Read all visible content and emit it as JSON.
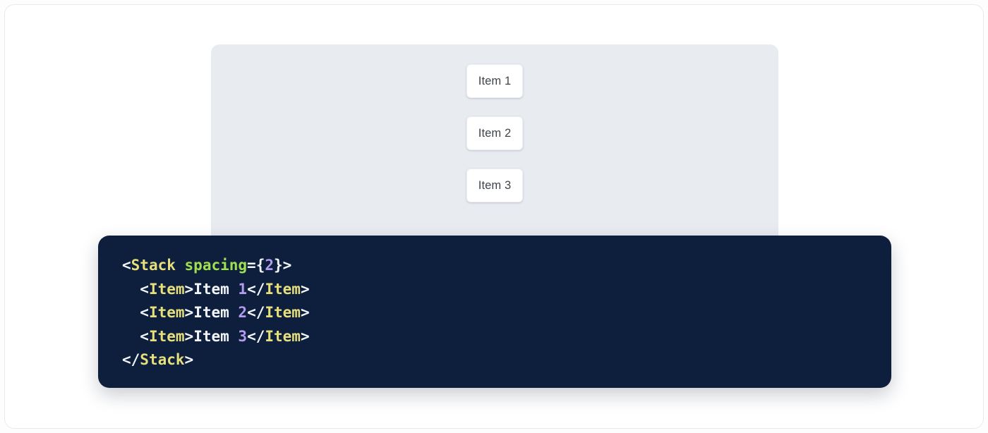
{
  "preview": {
    "panel_background": "#e8ebf0",
    "component_name": "Stack",
    "items": [
      {
        "label": "Item 1"
      },
      {
        "label": "Item 2"
      },
      {
        "label": "Item 3"
      }
    ]
  },
  "code_block": {
    "background": "#0e1f3d",
    "language": "jsx",
    "colors": {
      "punctuation": "#f2f5fa",
      "tag": "#e6df7b",
      "attribute": "#9fe04e",
      "number": "#b39bf0",
      "text": "#f2f5fa"
    },
    "lines": [
      {
        "indent": "",
        "tokens": [
          {
            "t": "<",
            "c": "punc"
          },
          {
            "t": "Stack",
            "c": "tag"
          },
          {
            "t": " ",
            "c": "punc"
          },
          {
            "t": "spacing",
            "c": "attr"
          },
          {
            "t": "={",
            "c": "punc"
          },
          {
            "t": "2",
            "c": "num"
          },
          {
            "t": "}>",
            "c": "punc"
          }
        ]
      },
      {
        "indent": "  ",
        "tokens": [
          {
            "t": "<",
            "c": "punc"
          },
          {
            "t": "Item",
            "c": "tag"
          },
          {
            "t": ">",
            "c": "punc"
          },
          {
            "t": "Item ",
            "c": "text"
          },
          {
            "t": "1",
            "c": "num"
          },
          {
            "t": "</",
            "c": "punc"
          },
          {
            "t": "Item",
            "c": "tag"
          },
          {
            "t": ">",
            "c": "punc"
          }
        ]
      },
      {
        "indent": "  ",
        "tokens": [
          {
            "t": "<",
            "c": "punc"
          },
          {
            "t": "Item",
            "c": "tag"
          },
          {
            "t": ">",
            "c": "punc"
          },
          {
            "t": "Item ",
            "c": "text"
          },
          {
            "t": "2",
            "c": "num"
          },
          {
            "t": "</",
            "c": "punc"
          },
          {
            "t": "Item",
            "c": "tag"
          },
          {
            "t": ">",
            "c": "punc"
          }
        ]
      },
      {
        "indent": "  ",
        "tokens": [
          {
            "t": "<",
            "c": "punc"
          },
          {
            "t": "Item",
            "c": "tag"
          },
          {
            "t": ">",
            "c": "punc"
          },
          {
            "t": "Item ",
            "c": "text"
          },
          {
            "t": "3",
            "c": "num"
          },
          {
            "t": "</",
            "c": "punc"
          },
          {
            "t": "Item",
            "c": "tag"
          },
          {
            "t": ">",
            "c": "punc"
          }
        ]
      },
      {
        "indent": "",
        "tokens": [
          {
            "t": "</",
            "c": "punc"
          },
          {
            "t": "Stack",
            "c": "tag"
          },
          {
            "t": ">",
            "c": "punc"
          }
        ]
      }
    ]
  }
}
